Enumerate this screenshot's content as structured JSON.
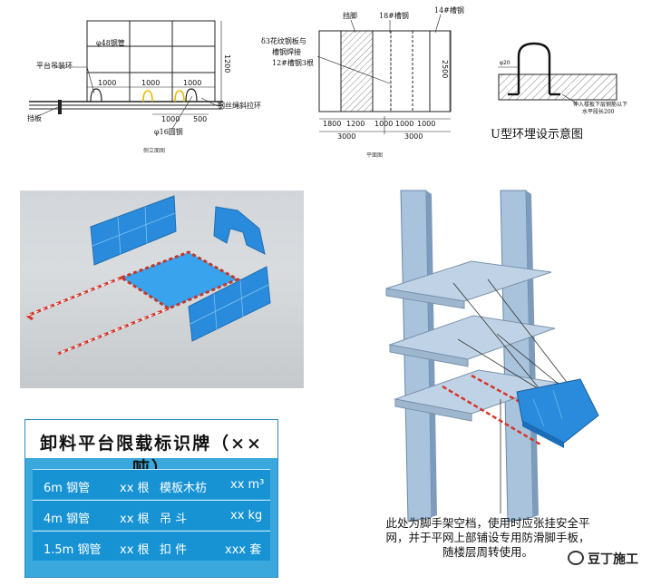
{
  "side_view": {
    "label_pipe": "φ48钢管",
    "label_ring": "平台吊装环",
    "label_board": "挡板",
    "label_rod": "φ16圆钢",
    "label_wire": "钢丝绳斜拉环",
    "dim_1000a": "1000",
    "dim_1000b": "1000",
    "dim_1000c": "1000",
    "dim_1000d": "1000",
    "dim_500": "500",
    "dim_1200": "1200",
    "caption": "侧立面图"
  },
  "plan_view": {
    "label_leg": "挡脚",
    "label_ch18": "18#槽钢",
    "label_ch14": "14#槽钢",
    "label_plate1": "δ3花纹钢板与",
    "label_plate2": "槽钢焊接",
    "label_plate3": "12#槽钢3根",
    "dim_1800": "1800",
    "dim_1200": "1200",
    "dim_1000a": "1000",
    "dim_1000b": "1000",
    "dim_1000c": "1000",
    "dim_3000a": "3000",
    "dim_3000b": "3000",
    "dim_2500": "2500",
    "caption": "平面图"
  },
  "u_ring": {
    "label_d": "φ20",
    "note1": "伸入楼板下层钢筋以下",
    "note2": "水平段长200",
    "caption": "U型环埋设示意图"
  },
  "sign": {
    "title": "卸料平台限载标识牌（××吨）",
    "rows": [
      {
        "a": "6m 钢管",
        "b": "xx 根",
        "c": "模板木枋",
        "d": "xx m³"
      },
      {
        "a": "4m 钢管",
        "b": "xx 根",
        "c": "吊   斗",
        "d": "xx kg"
      },
      {
        "a": "1.5m 钢管",
        "b": "xx 根",
        "c": "扣   件",
        "d": "xxx 套"
      }
    ]
  },
  "note": "此处为脚手架空档，使用时应张挂安全平网，并于平网上部铺设专用防滑脚手板，随楼层周转使用。",
  "watermark": "豆丁施工",
  "colors": {
    "blue": "#3aa8dc",
    "panel": "#1f86d6",
    "red": "#d6352a"
  }
}
